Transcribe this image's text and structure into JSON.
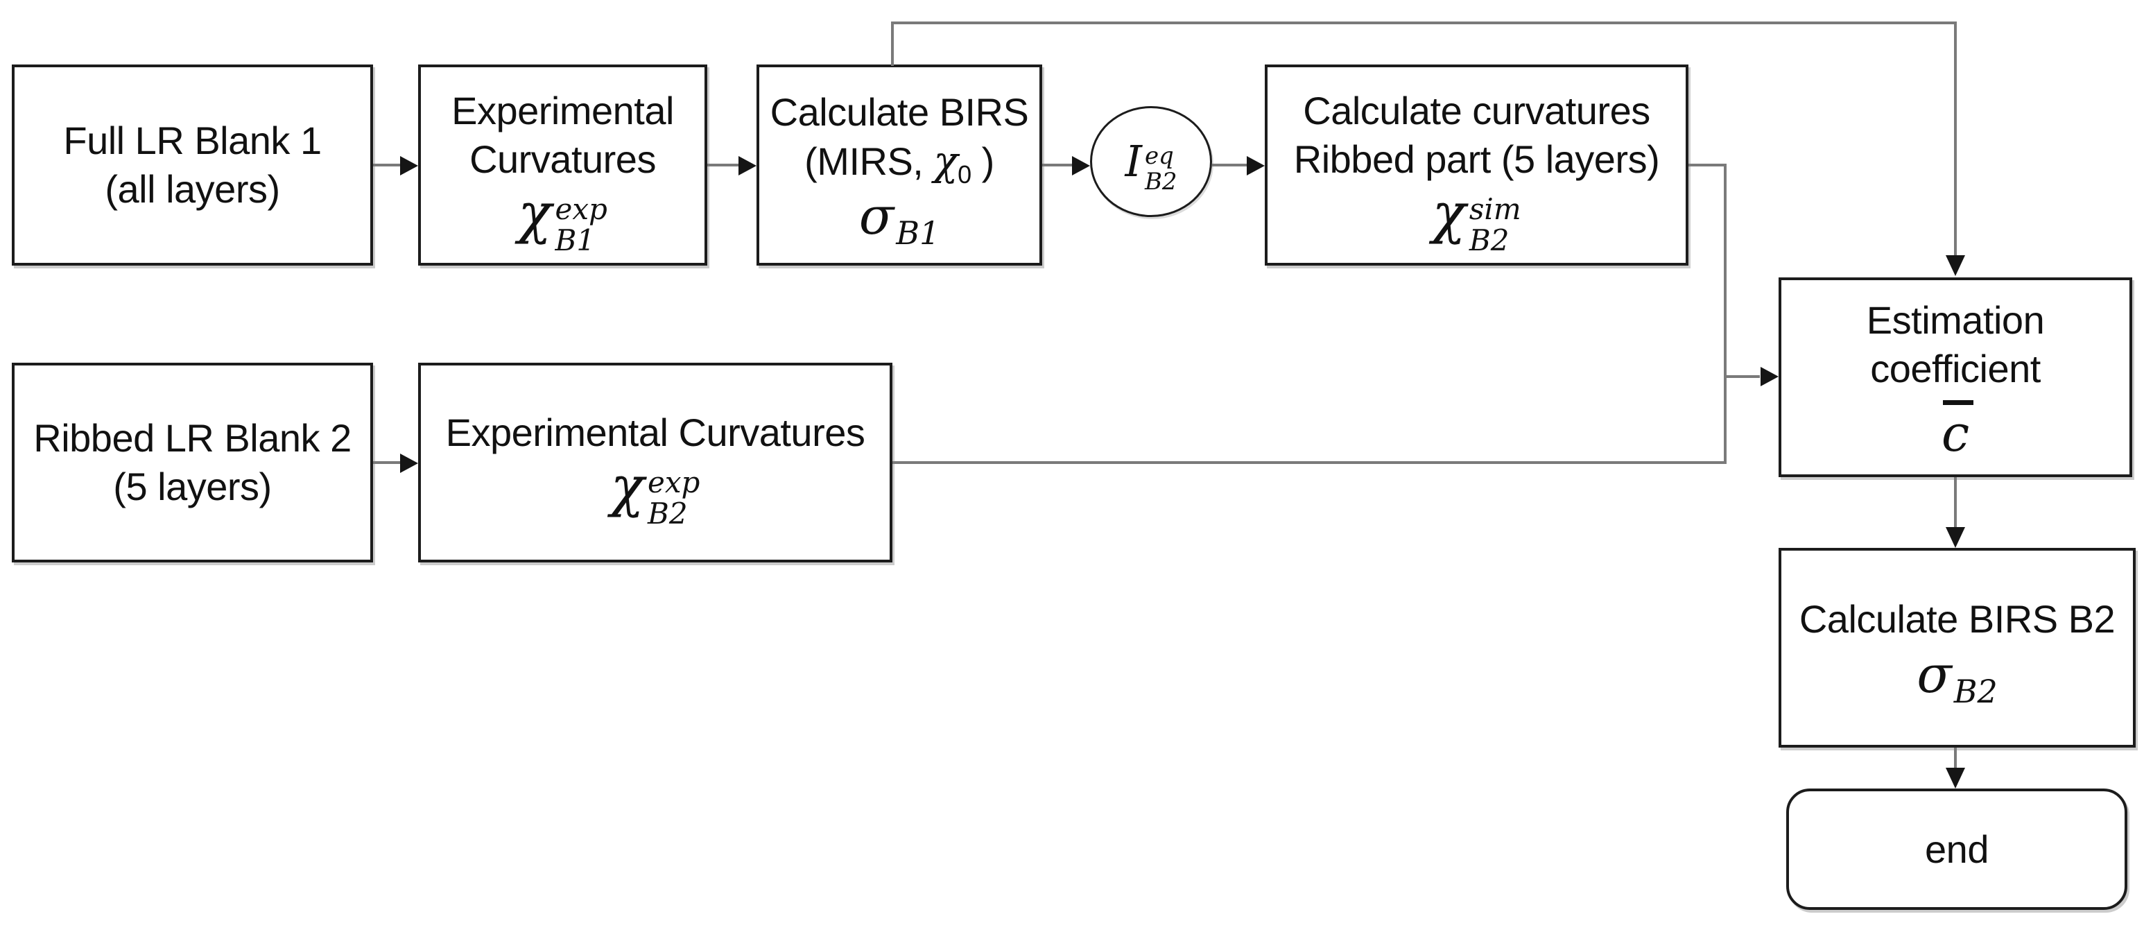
{
  "colors": {
    "background": "#ffffff",
    "box_border": "#1c1c1c",
    "connector": "#7a7a7a",
    "arrowhead": "#151515",
    "text": "#111111"
  },
  "fc": {
    "blank1": {
      "line1": "Full LR Blank 1",
      "line2": "(all layers)"
    },
    "expCurvB1": {
      "line1": "Experimental",
      "line2": "Curvatures",
      "sym": "χ",
      "sup": "exp",
      "sub": "B1"
    },
    "calcBirsB1": {
      "line1": "Calculate BIRS",
      "open": "(MIRS, ",
      "chi": "χ",
      "chiSub": "0",
      "close": " )",
      "sym": "σ",
      "sub": "B1"
    },
    "ieq": {
      "sym": "I",
      "sup": "eq",
      "sub": "B2"
    },
    "calcCurvB2": {
      "line1": "Calculate curvatures",
      "line2": "Ribbed part (5 layers)",
      "sym": "χ",
      "sup": "sim",
      "sub": "B2"
    },
    "blank2": {
      "line1": "Ribbed LR Blank 2",
      "line2": "(5 layers)"
    },
    "expCurvB2": {
      "line1": "Experimental Curvatures",
      "sym": "χ",
      "sup": "exp",
      "sub": "B2"
    },
    "estimation": {
      "line1": "Estimation",
      "line2": "coefficient",
      "sym": "c"
    },
    "calcBirsB2": {
      "line1": "Calculate BIRS B2",
      "sym": "σ",
      "sub": "B2"
    },
    "end": {
      "label": "end"
    }
  }
}
